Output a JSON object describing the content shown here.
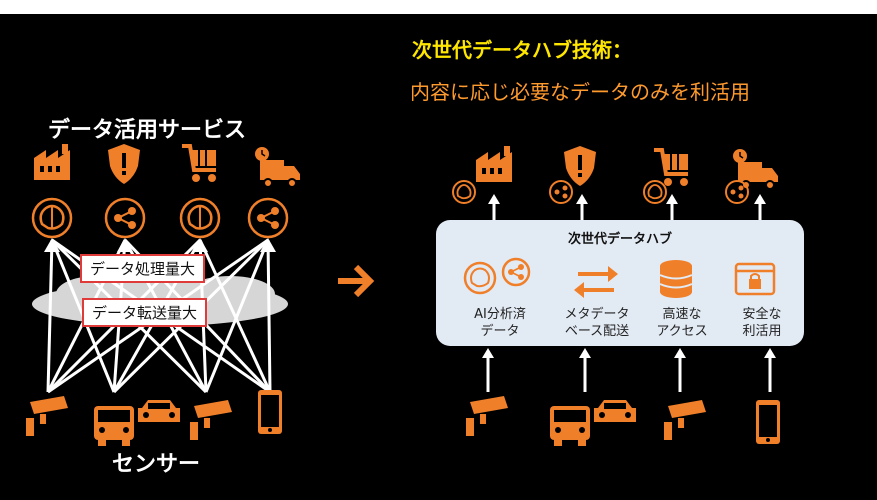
{
  "left": {
    "title": "データ活用サービス",
    "labels": {
      "processing": "データ処理量大",
      "transfer": "データ転送量大"
    },
    "bottom": "センサー"
  },
  "right": {
    "heading": "次世代データハブ技術：",
    "subheading": "内容に応じ必要なデータのみを利活用",
    "hub": {
      "title": "次世代データハブ",
      "features": [
        {
          "line1": "AI分析済",
          "line2": "データ"
        },
        {
          "line1": "メタデータ",
          "line2": "ベース配送"
        },
        {
          "line1": "高速な",
          "line2": "アクセス"
        },
        {
          "line1": "安全な",
          "line2": "利活用"
        }
      ]
    }
  },
  "colors": {
    "accent": "#f07f2a",
    "highlight": "#ffe600",
    "hub_bg": "#e2eaf4",
    "alert": "#e03b3b"
  }
}
